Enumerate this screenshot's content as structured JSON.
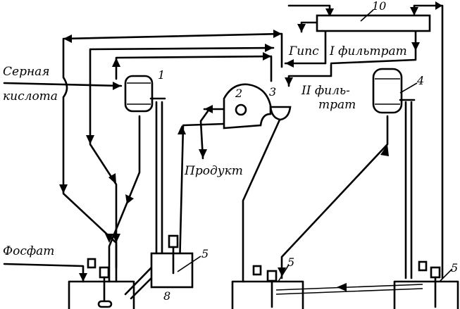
{
  "labels": {
    "sulfuric_acid_line1": "Серная",
    "sulfuric_acid_line2": "кислота",
    "phosphate": "Фосфат",
    "gypsum": "Гипс",
    "filtrate_1": "I фильтрат",
    "filtrate_2_line1": "II филь-",
    "filtrate_2_line2": "трат",
    "product": "Продукт"
  },
  "numbers": {
    "n1": "1",
    "n2": "2",
    "n3": "3",
    "n4": "4",
    "n5a": "5",
    "n5b": "5",
    "n5c": "5",
    "n8": "8",
    "n10": "10"
  },
  "colors": {
    "ink": "#000000",
    "paper": "#ffffff"
  }
}
